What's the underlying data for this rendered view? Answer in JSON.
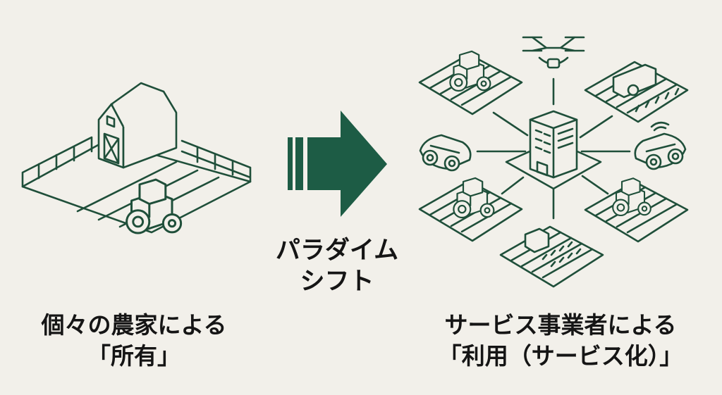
{
  "colors": {
    "background": "#f2f0ea",
    "accent": "#1d5c45",
    "line": "#1f4f3a",
    "text": "#151515"
  },
  "arrow": {
    "label_line1": "パラダイム",
    "label_line2": "シフト"
  },
  "left": {
    "caption_line1": "個々の農家による",
    "caption_line2": "「所有」"
  },
  "right": {
    "caption_line1": "サービス事業者による",
    "caption_line2": "「利用（サービス化）」"
  }
}
